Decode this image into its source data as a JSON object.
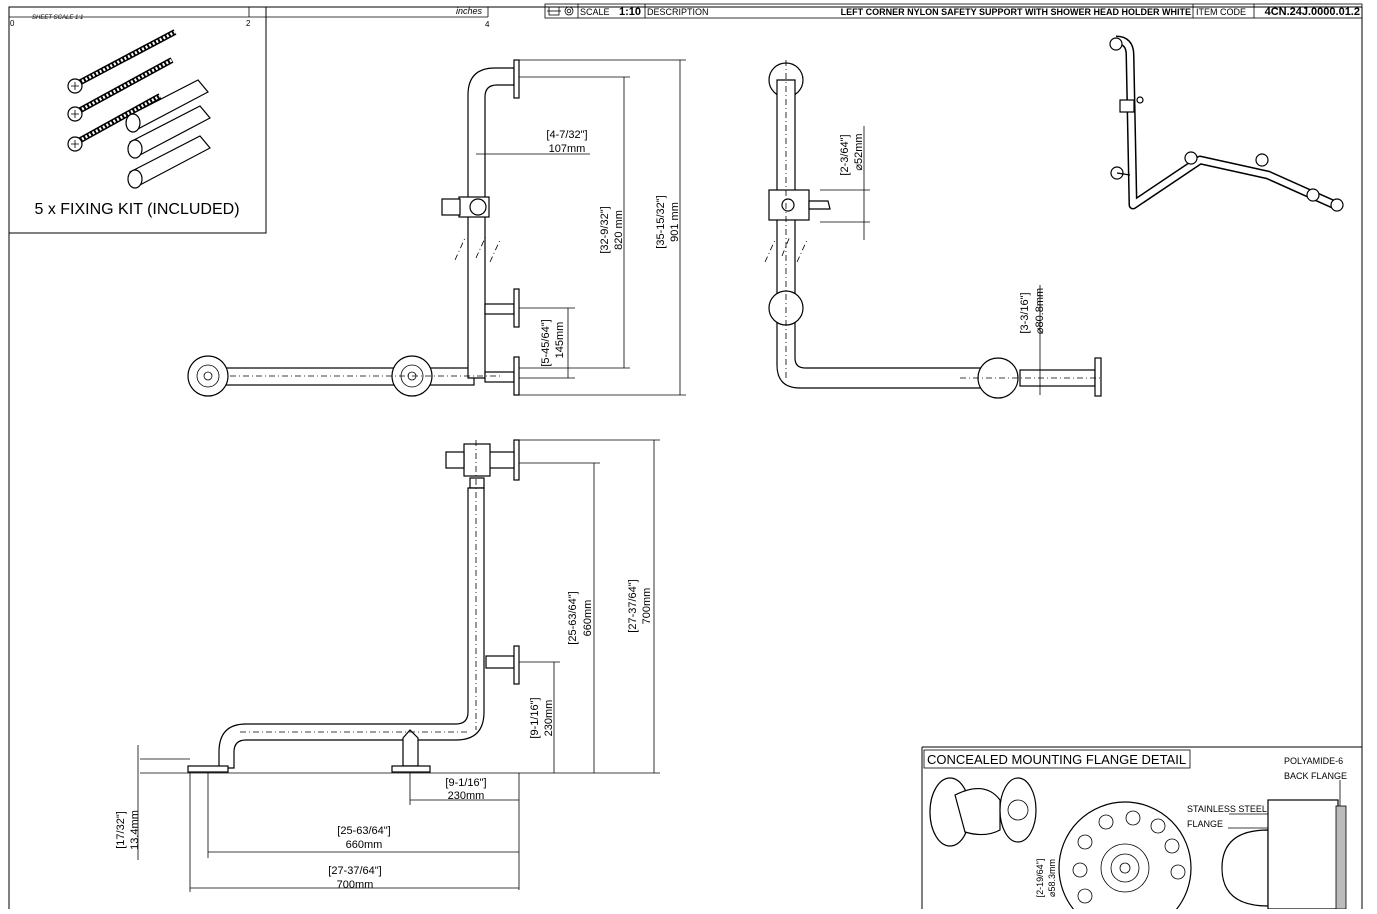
{
  "title_block": {
    "scale_label": "SCALE",
    "scale_value": "1:10",
    "description_label": "DESCRIPTION",
    "description": "LEFT CORNER NYLON SAFETY SUPPORT WITH SHOWER HEAD HOLDER WHITE",
    "item_code_label": "ITEM CODE",
    "item_code": "4CN.24J.0000.01.2"
  },
  "ruler": {
    "sheet_scale": "SHEET SCALE 1:1",
    "tick0": "0",
    "tick2": "2",
    "unit": "inches",
    "tick4": "4"
  },
  "fixing_kit": {
    "caption": "5 x FIXING KIT (INCLUDED)"
  },
  "front_view": {
    "dim_offset_in": "[4-7/32\"]",
    "dim_offset_mm": "107mm",
    "dim_height_in": "[32-9/32\"]",
    "dim_height_mm": "820 mm",
    "dim_total_in": "[35-15/32\"]",
    "dim_total_mm": "901 mm",
    "dim_lower_in": "[5-45/64\"]",
    "dim_lower_mm": "145mm"
  },
  "side_view": {
    "dim_dia_in": "[2-3/64\"]",
    "dim_dia_mm": "⌀52mm",
    "dim_flange_in": "[3-3/16\"]",
    "dim_flange_mm": "⌀80.8mm"
  },
  "top_view": {
    "dim_h1_in": "[25-63/64\"]",
    "dim_h1_mm": "660mm",
    "dim_h2_in": "[27-37/64\"]",
    "dim_h2_mm": "700mm",
    "dim_v_in": "[9-1/16\"]",
    "dim_v_mm": "230mm",
    "dim_foot_in": "[9-1/16\"]",
    "dim_foot_mm": "230mm",
    "dim_thk_in": "[17/32\"]",
    "dim_thk_mm": "13.4mm",
    "dim_w1_in": "[25-63/64\"]",
    "dim_w1_mm": "660mm",
    "dim_w2_in": "[27-37/64\"]",
    "dim_w2_mm": "700mm"
  },
  "flange_detail": {
    "title": "CONCEALED MOUNTING FLANGE DETAIL",
    "polyamide_1": "POLYAMIDE-6",
    "polyamide_2": "BACK FLANGE",
    "steel_1": "STAINLESS STEEL",
    "steel_2": "FLANGE",
    "dim_in": "[2-19/64\"]",
    "dim_mm": "⌀58.3mm"
  }
}
